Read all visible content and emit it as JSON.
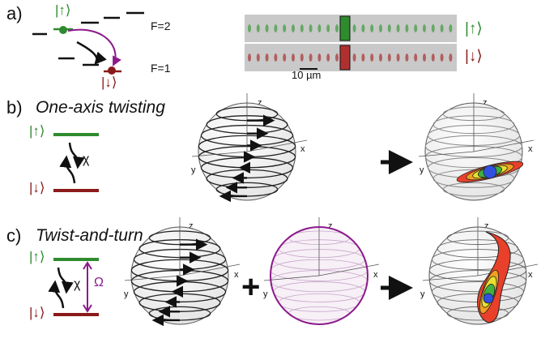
{
  "panels": {
    "a": {
      "label": "a)",
      "level_upper": "F=2",
      "level_lower": "F=1",
      "scale_bar": "10 µm"
    },
    "b": {
      "label": "b)",
      "title": "One-axis twisting",
      "coupling": "χ"
    },
    "c": {
      "label": "c)",
      "title": "Twist-and-turn",
      "coupling": "χ",
      "drive": "Ω",
      "plus": "+"
    }
  },
  "states": {
    "up": "|↑⟩",
    "down": "|↓⟩"
  },
  "axes": {
    "z": "z",
    "y": "y",
    "x": "x"
  },
  "colors": {
    "green": "#2e8b2e",
    "red": "#8b1a1a",
    "purple": "#8b1a8b",
    "ellipse_red": "#e8402a",
    "ellipse_orange": "#f0a020",
    "ellipse_yellow": "#e8e030",
    "ellipse_green": "#40b040",
    "ellipse_blue": "#3050e0"
  }
}
